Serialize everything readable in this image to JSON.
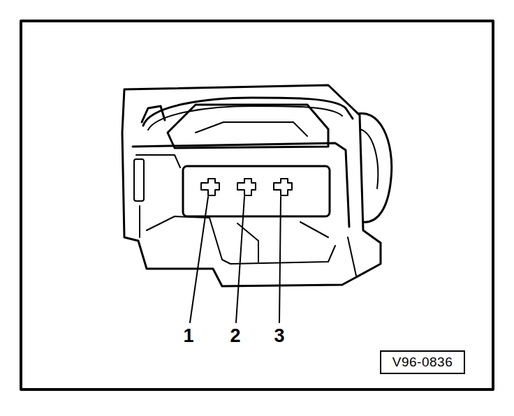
{
  "diagram": {
    "nodes": [
      {
        "text": [
          "V96-0836"
        ]
      }
    ],
    "labels": [
      "1",
      "2",
      "3"
    ]
  }
}
